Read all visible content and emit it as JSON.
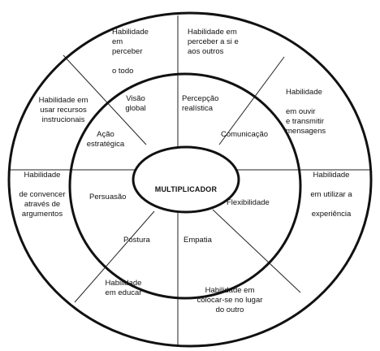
{
  "center": {
    "label": "MULTIPLICADOR"
  },
  "inner_ring": [
    {
      "id": "visao-global",
      "lines": [
        "Visão",
        "global"
      ]
    },
    {
      "id": "percepcao-realistica",
      "lines": [
        "Percepção",
        "realística"
      ]
    },
    {
      "id": "acao-estrategica",
      "lines": [
        "Ação",
        "estratégica"
      ]
    },
    {
      "id": "comunicacao",
      "lines": [
        "Comunicação"
      ]
    },
    {
      "id": "persuasao",
      "lines": [
        "Persuasão"
      ]
    },
    {
      "id": "flexibilidade",
      "lines": [
        "Flexibilidade"
      ]
    },
    {
      "id": "postura",
      "lines": [
        "Postura"
      ]
    },
    {
      "id": "empatia",
      "lines": [
        "Empatia"
      ]
    }
  ],
  "outer_ring": [
    {
      "id": "perceber-todo",
      "lines": [
        "Habilidade",
        "em",
        "perceber",
        "",
        "o todo"
      ]
    },
    {
      "id": "perceber-si",
      "lines": [
        "Habilidade em",
        "perceber a si e",
        "aos outros"
      ]
    },
    {
      "id": "usar-recursos",
      "lines": [
        "Habilidade em",
        "usar recursos",
        "instrucionais"
      ]
    },
    {
      "id": "ouvir-transmitir",
      "lines": [
        "Habilidade",
        "",
        "em ouvir",
        "e transmitir",
        "mensagens"
      ]
    },
    {
      "id": "convencer",
      "lines": [
        "Habilidade",
        "",
        "de convencer",
        "através de",
        "argumentos"
      ]
    },
    {
      "id": "utilizar-experiencia",
      "lines": [
        "Habilidade",
        "",
        "em utilizar a",
        "",
        "experiência"
      ]
    },
    {
      "id": "educar",
      "lines": [
        "Habilidade",
        "em educar"
      ]
    },
    {
      "id": "colocar-lugar",
      "lines": [
        "Habilidade em",
        "colocar-se no lugar",
        "do outro"
      ]
    }
  ]
}
